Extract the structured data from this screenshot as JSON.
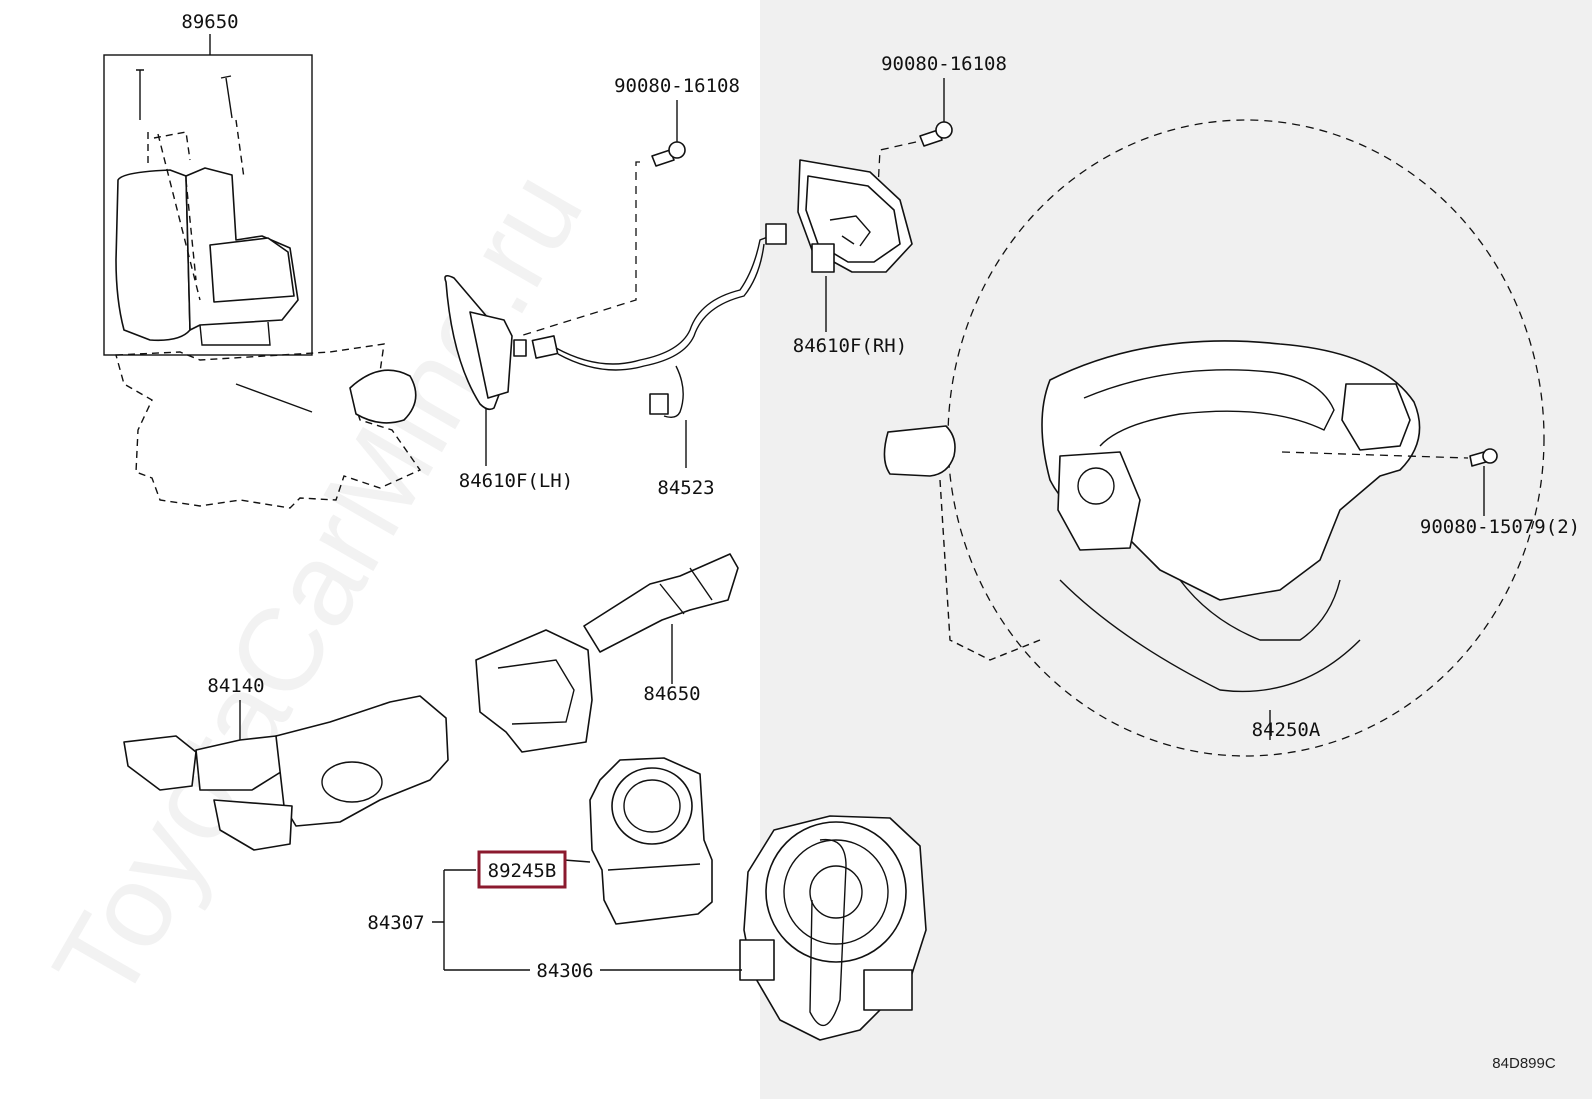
{
  "watermark": "ToyotaCarMine.ru",
  "diagram_code": "84D899C",
  "highlight_color": "#8b1a2e",
  "shade_color": "#f0f0f0",
  "labels": {
    "p89650": "89650",
    "p90080_16108_a": "90080-16108",
    "p90080_16108_b": "90080-16108",
    "p84610F_LH": "84610F(LH)",
    "p84610F_RH": "84610F(RH)",
    "p84523": "84523",
    "p90080_15079": "90080-15079(2)",
    "p84140": "84140",
    "p84650": "84650",
    "p84250A": "84250A",
    "p89245B": "89245B",
    "p84307": "84307",
    "p84306": "84306"
  }
}
